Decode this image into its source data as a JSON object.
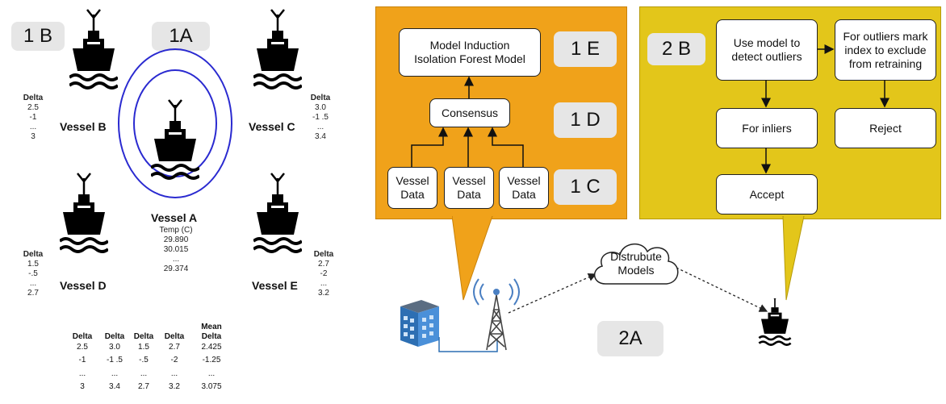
{
  "tags": {
    "t1b": "1 B",
    "t1a": "1A",
    "t1e": "1 E",
    "t1d": "1 D",
    "t1c": "1 C",
    "t2b": "2 B",
    "t2a": "2A"
  },
  "vessels": {
    "b": {
      "name": "Vessel B",
      "delta_label": "Delta",
      "v1": "2.5",
      "v2": "-1",
      "dots": "...",
      "v3": "3"
    },
    "c": {
      "name": "Vessel C",
      "delta_label": "Delta",
      "v1": "3.0",
      "v2": "-1 .5",
      "dots": "...",
      "v3": "3.4"
    },
    "a": {
      "name": "Vessel A",
      "temp_label": "Temp (C)",
      "v1": "29.890",
      "v2": "30.015",
      "dots": "...",
      "v3": "29.374"
    },
    "d": {
      "name": "Vessel D",
      "delta_label": "Delta",
      "v1": "1.5",
      "v2": "-.5",
      "dots": "...",
      "v3": "2.7"
    },
    "e": {
      "name": "Vessel E",
      "delta_label": "Delta",
      "v1": "2.7",
      "v2": "-2",
      "dots": "...",
      "v3": "3.2"
    }
  },
  "table": {
    "headers": [
      "Delta",
      "Delta",
      "Delta",
      "Delta",
      "Mean Delta"
    ],
    "mean_top": "Mean",
    "mean_bottom": "Delta",
    "row1": [
      "2.5",
      "3.0",
      "1.5",
      "2.7",
      "2.425"
    ],
    "row2": [
      "-1",
      "-1 .5",
      "-.5",
      "-2",
      "-1.25"
    ],
    "row3": [
      "...",
      "...",
      "...",
      "...",
      "..."
    ],
    "row4": [
      "3",
      "3.4",
      "2.7",
      "3.2",
      "3.075"
    ]
  },
  "orange": {
    "model_line1": "Model Induction",
    "model_line2": "Isolation Forest Model",
    "consensus": "Consensus",
    "vd_line1": "Vessel",
    "vd_line2": "Data"
  },
  "yellow": {
    "use_model_1": "Use model to",
    "use_model_2": "detect outliers",
    "outliers_1": "For outliers mark",
    "outliers_2": "index to exclude",
    "outliers_3": "from retraining",
    "inliers": "For inliers",
    "reject": "Reject",
    "accept": "Accept"
  },
  "cloud": {
    "line1": "Distrubute",
    "line2": "Models"
  },
  "colors": {
    "orange": "#f0a21a",
    "yellow": "#e3c61a",
    "ring": "#2a2ad0",
    "tag_bg": "#e6e6e6"
  }
}
